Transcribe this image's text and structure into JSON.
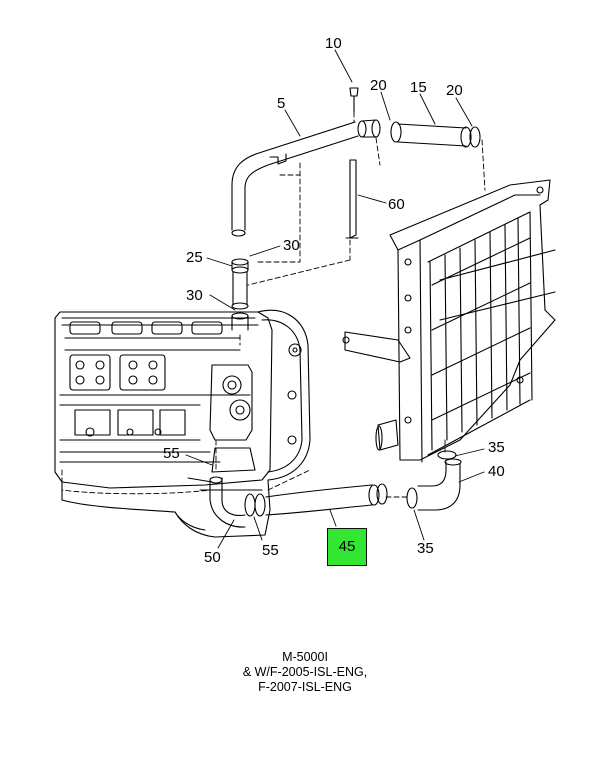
{
  "colors": {
    "highlight": "#33e633",
    "line": "#000000",
    "background": "#ffffff"
  },
  "callouts": {
    "c10": "10",
    "c20a": "20",
    "c15": "15",
    "c20b": "20",
    "c5": "5",
    "c60": "60",
    "c25": "25",
    "c30a": "30",
    "c30b": "30",
    "c35a": "35",
    "c40": "40",
    "c55a": "55",
    "c55b": "55",
    "c50": "50",
    "c35b": "35",
    "c45": "45"
  },
  "caption": {
    "line1": "M-5000I",
    "line2": "& W/F-2005-ISL-ENG,",
    "line3": "F-2007-ISL-ENG"
  }
}
